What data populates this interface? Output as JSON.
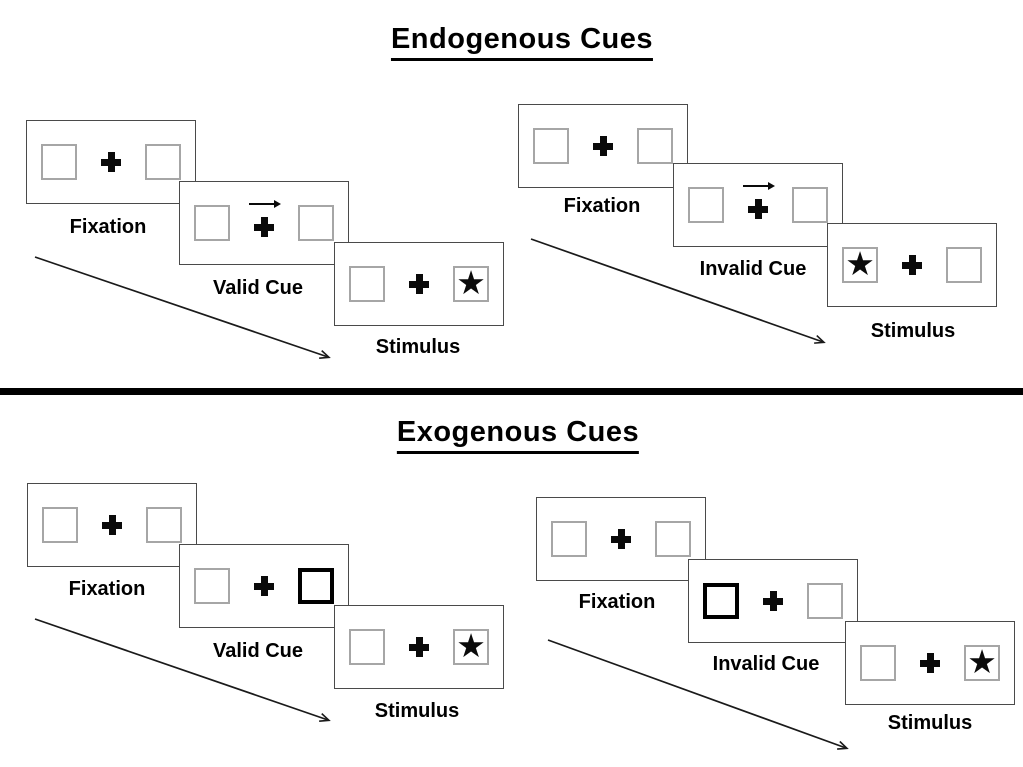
{
  "sections": [
    {
      "title": "Endogenous Cues",
      "sequences": [
        {
          "name": "valid",
          "panels": [
            {
              "label": "Fixation",
              "variant": "fixation"
            },
            {
              "label": "Valid Cue",
              "variant": "central-arrow-cue"
            },
            {
              "label": "Stimulus",
              "variant": "star-right"
            }
          ]
        },
        {
          "name": "invalid",
          "panels": [
            {
              "label": "Fixation",
              "variant": "fixation"
            },
            {
              "label": "Invalid Cue",
              "variant": "central-arrow-cue"
            },
            {
              "label": "Stimulus",
              "variant": "star-left"
            }
          ]
        }
      ]
    },
    {
      "title": "Exogenous Cues",
      "sequences": [
        {
          "name": "valid",
          "panels": [
            {
              "label": "Fixation",
              "variant": "fixation"
            },
            {
              "label": "Valid Cue",
              "variant": "peripheral-bold-right"
            },
            {
              "label": "Stimulus",
              "variant": "star-right"
            }
          ]
        },
        {
          "name": "invalid",
          "panels": [
            {
              "label": "Fixation",
              "variant": "fixation"
            },
            {
              "label": "Invalid Cue",
              "variant": "peripheral-bold-left"
            },
            {
              "label": "Stimulus",
              "variant": "star-right"
            }
          ]
        }
      ]
    }
  ],
  "icons": {
    "star": "★",
    "plus": "✚",
    "cue_arrow": "→"
  },
  "colors": {
    "text": "#000000",
    "panel_border": "#4a4a4a",
    "square_border": "#a6a6a6",
    "bold_square_border": "#000000",
    "divider": "#000000",
    "background": "#ffffff"
  }
}
